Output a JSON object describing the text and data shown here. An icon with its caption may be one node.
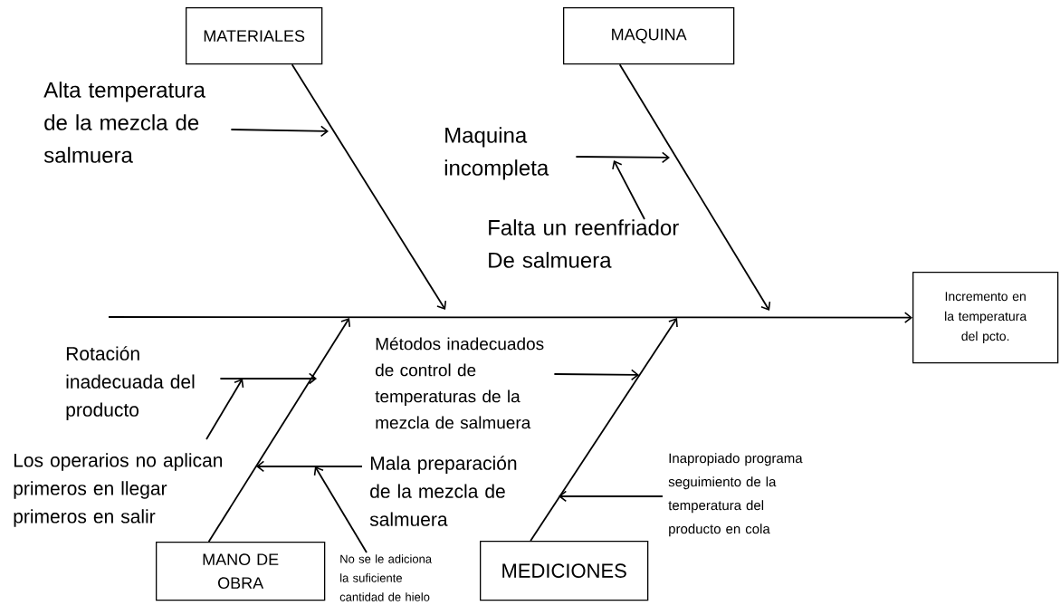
{
  "diagram": {
    "nodes": [
      {
        "text": [
          "MATERIALES"
        ]
      },
      {
        "text": [
          "MAQUINA"
        ]
      },
      {
        "text": [
          "Alta temperatura de la mezcla de salmuera"
        ]
      },
      {
        "text": [
          "Maquina incompleta"
        ]
      },
      {
        "text": [
          "Falta un reenfriador De salmuera"
        ]
      },
      {
        "text": [
          "Incremento en la temperatura del pcto."
        ]
      },
      {
        "text": [
          "Rotación inadecuada del producto"
        ]
      },
      {
        "text": [
          "Métodos inadecuados de control de temperaturas de la mezcla de salmuera"
        ]
      },
      {
        "text": [
          "Los operarios no aplican primeros en llegar primeros en salir"
        ]
      },
      {
        "text": [
          "Mala preparación de la mezcla de salmuera"
        ]
      },
      {
        "text": [
          "No se le adiciona la suficiente cantidad de hielo"
        ]
      },
      {
        "text": [
          "Inapropiado programa seguimiento de la temperatura del producto en cola"
        ]
      },
      {
        "text": [
          "MANO DE OBRA"
        ]
      },
      {
        "text": [
          "MEDICIONES"
        ]
      }
    ],
    "edges": [
      {
        "from": null,
        "to": 5,
        "arrow": "to"
      },
      {
        "from": 0,
        "to": null,
        "arrow": "to"
      },
      {
        "from": 1,
        "to": null,
        "arrow": "to"
      },
      {
        "from": 12,
        "to": null,
        "arrow": "to"
      },
      {
        "from": 13,
        "to": null,
        "arrow": "to"
      },
      {
        "from": 2,
        "to": null,
        "arrow": "to"
      },
      {
        "from": 3,
        "to": null,
        "arrow": "to"
      },
      {
        "from": 4,
        "to": null,
        "arrow": "to"
      },
      {
        "from": 6,
        "to": null,
        "arrow": "to"
      },
      {
        "from": 8,
        "to": null,
        "arrow": "to"
      },
      {
        "from": 7,
        "to": null,
        "arrow": "to"
      },
      {
        "from": 9,
        "to": null,
        "arrow": "to"
      },
      {
        "from": 10,
        "to": null,
        "arrow": "to"
      },
      {
        "from": 11,
        "to": null,
        "arrow": "to"
      }
    ]
  }
}
